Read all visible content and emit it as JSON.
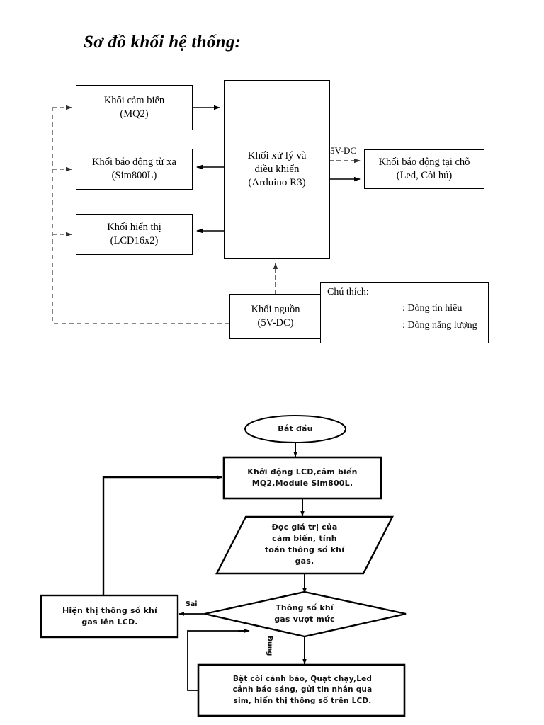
{
  "document": {
    "title": "Sơ đồ khối hệ thống:"
  },
  "block_diagram": {
    "blocks": [
      {
        "id": "sensor",
        "line1": "Khối cảm biến",
        "line2": "(MQ2)"
      },
      {
        "id": "remote",
        "line1": "Khối báo động từ xa",
        "line2": "(Sim800L)"
      },
      {
        "id": "display",
        "line1": "Khối hiển thị",
        "line2": "(LCD16x2)"
      },
      {
        "id": "mcu",
        "line1": "Khối xử lý và",
        "line2": "điều khiển",
        "line3": "(Arduino R3)"
      },
      {
        "id": "local",
        "line1": "Khối báo động tại chỗ",
        "line2": "(Led, Còi hú)"
      },
      {
        "id": "power",
        "line1": "Khối nguồn",
        "line2": "(5V-DC)"
      }
    ],
    "edge_labels": {
      "power_rail": "5V-DC"
    },
    "legend": {
      "title": "Chú thích:",
      "items": [
        {
          "style": "solid",
          "label": ": Dòng tín hiệu"
        },
        {
          "style": "dashed",
          "label": ": Dòng năng lượng"
        }
      ]
    }
  },
  "flowchart": {
    "nodes": [
      {
        "id": "start",
        "shape": "ellipse",
        "line1": "Bắt đầu"
      },
      {
        "id": "init",
        "shape": "rect",
        "line1": "Khởi động LCD,cảm biến",
        "line2": "MQ2,Module Sim800L."
      },
      {
        "id": "read",
        "shape": "parallelogram",
        "line1": "Đọc giá trị của",
        "line2": "cảm biến, tính",
        "line3": "toán thông số khí",
        "line4": "gas."
      },
      {
        "id": "decision",
        "shape": "diamond",
        "line1": "Thông số khí",
        "line2": "gas vượt mức"
      },
      {
        "id": "display",
        "shape": "rect",
        "line1": "Hiện thị thông số khí",
        "line2": "gas lên LCD."
      },
      {
        "id": "action",
        "shape": "rect",
        "line1": "Bật còi cảnh báo, Quạt chạy,Led",
        "line2": "cảnh báo sáng, gửi tin nhắn qua",
        "line3": "sim, hiển thị thông số trên LCD."
      }
    ],
    "edge_labels": {
      "false_branch": "Sai",
      "true_branch": "Đúng"
    }
  },
  "colors": {
    "stroke": "#000000",
    "background": "#ffffff",
    "dashed_stroke": "#555555"
  }
}
